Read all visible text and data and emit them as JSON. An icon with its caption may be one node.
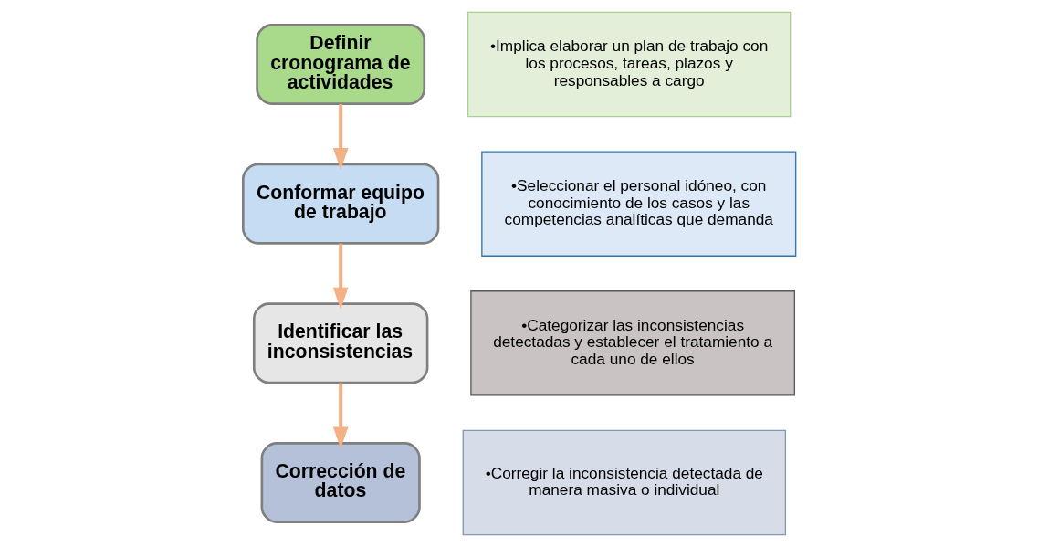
{
  "diagram": {
    "nodes": [
      {
        "text": [
          "Definir cronograma de actividades"
        ]
      },
      {
        "text": [
          "•Implica elaborar un plan de trabajo con los procesos, tareas, plazos y responsables a cargo"
        ]
      },
      {
        "text": [
          "Conformar equipo de trabajo"
        ]
      },
      {
        "text": [
          "•Seleccionar el personal idóneo, con conocimiento de los casos y las competencias analíticas que demanda"
        ]
      },
      {
        "text": [
          "Identificar las inconsistencias"
        ]
      },
      {
        "text": [
          "•Categorizar las inconsistencias detectadas y establecer el tratamiento a cada uno de ellos"
        ]
      },
      {
        "text": [
          "Corrección de datos"
        ]
      },
      {
        "text": [
          "•Corregir la inconsistencia detectada de manera masiva o individual"
        ]
      }
    ],
    "edges": [
      {
        "from": 0,
        "to": 2,
        "arrow": "to"
      },
      {
        "from": 2,
        "to": 4,
        "arrow": "to"
      },
      {
        "from": 4,
        "to": 6,
        "arrow": "to"
      }
    ]
  }
}
